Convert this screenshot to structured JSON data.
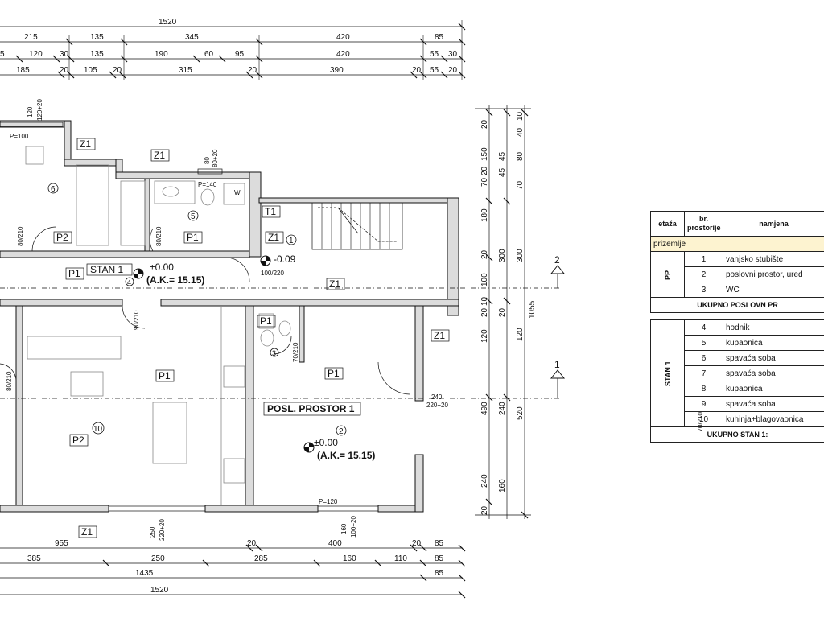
{
  "dims_top": {
    "row1": [
      "1520"
    ],
    "row2": [
      "215",
      "135",
      "345",
      "420",
      "85"
    ],
    "row3": [
      "5",
      "120",
      "30",
      "135",
      "190",
      "60",
      "95",
      "420",
      "55",
      "30"
    ],
    "row4": [
      "185",
      "20",
      "105",
      "20",
      "315",
      "20",
      "390",
      "20",
      "55",
      "20"
    ]
  },
  "dims_bottom": {
    "row1": [
      "955",
      "20",
      "400",
      "20",
      "85"
    ],
    "row2": [
      "385",
      "250",
      "285",
      "160",
      "110",
      "85"
    ],
    "row3": [
      "1435",
      "85"
    ],
    "row4": [
      "1520"
    ]
  },
  "dims_right": {
    "col1": [
      "20",
      "150",
      "20",
      "70",
      "180",
      "20",
      "300",
      "100",
      "10",
      "20",
      "120",
      "240",
      "490",
      "160",
      "20"
    ],
    "col2": [
      "10",
      "40",
      "80",
      "45",
      "45",
      "70",
      "300",
      "20",
      "120",
      "240",
      "520"
    ],
    "total": "1055"
  },
  "labels": {
    "z1": "Z1",
    "t1": "T1",
    "p1": "P1",
    "p2": "P2",
    "w": "W",
    "stan": "STAN 1",
    "level_a": "±0.00",
    "ak_a": "(A.K.= 15.15)",
    "level_b": "-0.09",
    "level_c": "±0.00",
    "ak_c": "(A.K.= 15.15)",
    "posl": "POSL. PROSTOR 1",
    "p100": "P=100",
    "p140": "P=140",
    "p120": "P=120",
    "d120_20": "120+20",
    "d120": "120",
    "d80": "80",
    "d80_20": "80+20",
    "d90210": "90/210",
    "d80210": "80/210",
    "d70210": "70/210",
    "d100_220": "100/220",
    "d240": "240",
    "d220_20": "220+20",
    "d250": "250",
    "d220_20b": "220+20",
    "d160": "160",
    "d100_20": "100+20",
    "sec1": "1",
    "sec2": "2",
    "r1": "1",
    "r2": "2",
    "r3": "3",
    "r4": "4",
    "r5": "5",
    "r6": "6",
    "r10": "10"
  },
  "legend": {
    "h_etaza": "etaža",
    "h_br": "br. prostorije",
    "h_namj": "namjena",
    "section": "prizemlje",
    "group_pp": "PP",
    "pp_rows": [
      {
        "n": "1",
        "name": "vanjsko stubište"
      },
      {
        "n": "2",
        "name": "poslovni prostor, ured"
      },
      {
        "n": "3",
        "name": "WC"
      }
    ],
    "total_pp": "UKUPNO POSLOVN PR",
    "group_stan": "STAN 1",
    "stan_rows": [
      {
        "n": "4",
        "name": "hodnik"
      },
      {
        "n": "5",
        "name": "kupaonica"
      },
      {
        "n": "6",
        "name": "spavaća soba"
      },
      {
        "n": "7",
        "name": "spavaća soba"
      },
      {
        "n": "8",
        "name": "kupaonica"
      },
      {
        "n": "9",
        "name": "spavaća soba"
      },
      {
        "n": "10",
        "name": "kuhinja+blagovaonica"
      }
    ],
    "total_stan": "UKUPNO STAN 1:",
    "side_note": "70/210"
  }
}
